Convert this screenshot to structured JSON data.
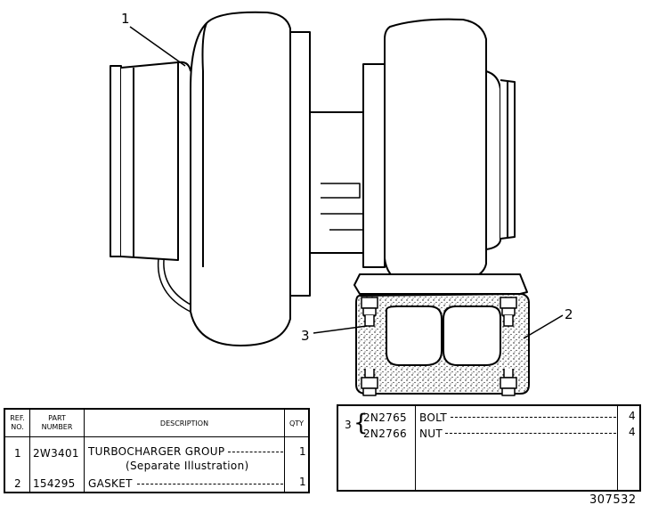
{
  "callouts": {
    "c1": "1",
    "c2": "2",
    "c3": "3"
  },
  "left_table": {
    "headers": {
      "ref": "REF.\nNO.",
      "part": "PART\nNUMBER",
      "desc": "DESCRIPTION",
      "qty": "QTY"
    },
    "rows": [
      {
        "ref": "1",
        "part": "2W3401",
        "desc": "TURBOCHARGER GROUP",
        "desc2": "(Separate Illustration)",
        "qty": "1"
      },
      {
        "ref": "2",
        "part": "154295",
        "desc": "GASKET",
        "qty": "1"
      }
    ]
  },
  "right_table": {
    "ref": "3",
    "rows": [
      {
        "part": "2N2765",
        "desc": "BOLT",
        "qty": "4"
      },
      {
        "part": "2N2766",
        "desc": "NUT",
        "qty": "4"
      }
    ]
  },
  "figure_number": "307532"
}
